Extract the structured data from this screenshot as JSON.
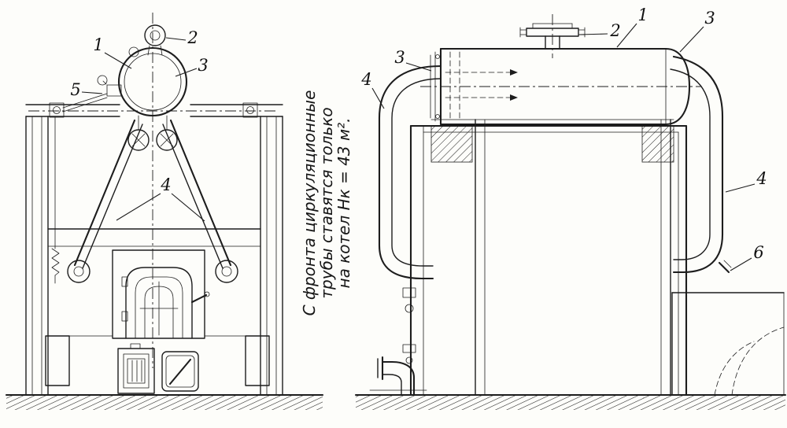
{
  "drawing": {
    "colors": {
      "ink": "#1d1d1d",
      "paper": "#fdfdfa"
    },
    "callouts": {
      "front": {
        "c1": "1",
        "c2": "2",
        "c3": "3",
        "c4": "4",
        "c5": "5"
      },
      "side": {
        "c1": "1",
        "c2": "2",
        "c3_left": "3",
        "c3_right": "3",
        "c4_left": "4",
        "c4_right": "4",
        "c6": "6"
      }
    },
    "annotation": {
      "line1": "С фронта циркуляционные",
      "line2": "трубы ставятся только",
      "line3": "на котел Нк = 43 м²."
    }
  }
}
